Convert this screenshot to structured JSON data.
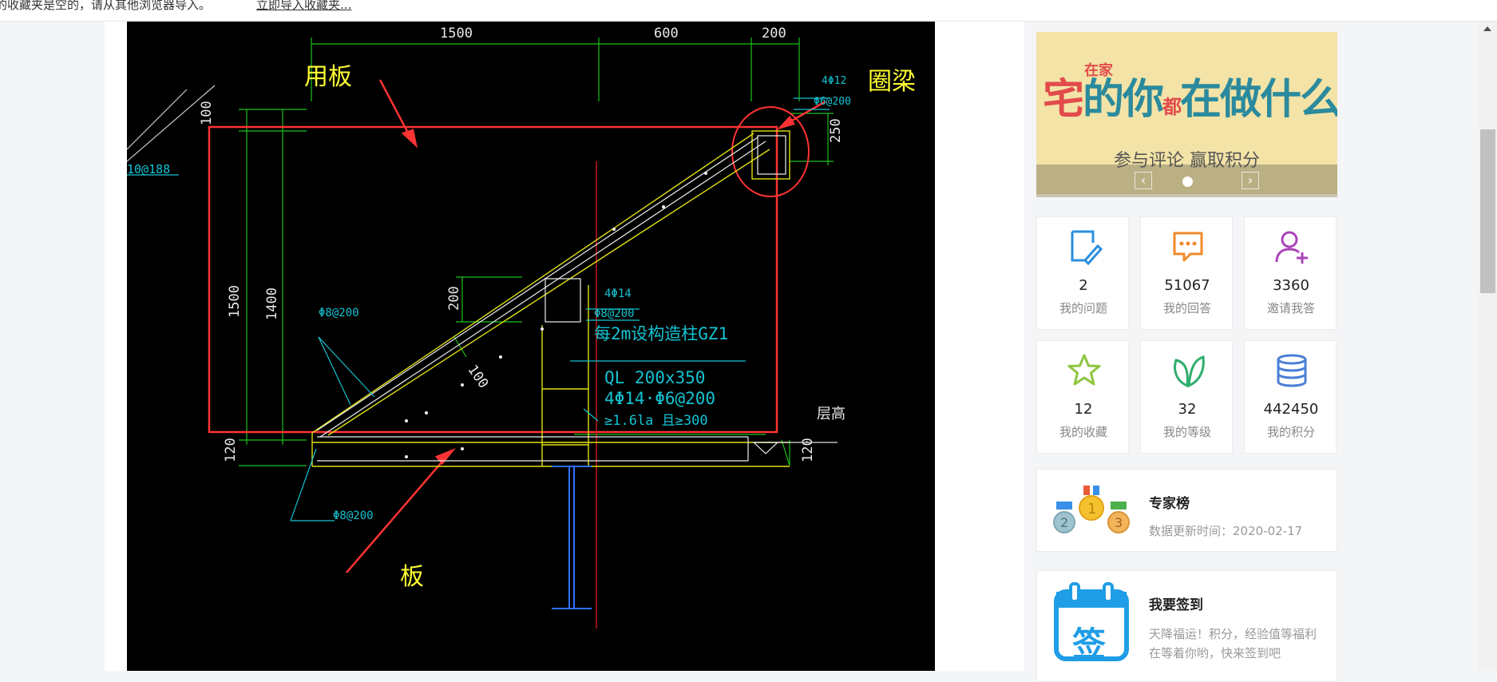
{
  "topbar": {
    "message": "的收藏夹是空的，请从其他浏览器导入。",
    "import_link": "立即导入收藏夹..."
  },
  "drawing": {
    "dims_top": [
      "1500",
      "600",
      "200"
    ],
    "dims_left": [
      "100",
      "1500",
      "1400",
      "120"
    ],
    "dims_right": [
      "250",
      "120"
    ],
    "dim_200": "200",
    "dim_diag": "100",
    "labels": {
      "yongban": "用板",
      "quanliang": "圈梁",
      "ban": "板"
    },
    "cad_texts": {
      "rebar_left": "10@188",
      "rebar_top1": "4Φ12",
      "rebar_top2": "Φ6@200",
      "a8_left": "Φ8@200",
      "col1": "4Φ14",
      "col2": "Φ8@200",
      "gz": "每2m设构造柱GZ1",
      "ql": "QL 200x350",
      "ql2": "4Φ14·Φ6@200",
      "la": "≥1.6la 且≥300",
      "floor": "层高",
      "a8_bottom": "Φ8@200"
    }
  },
  "banner": {
    "small": "在家",
    "title_a": "宅",
    "title_b": "的你",
    "title_c": "都",
    "title_d": "在做什么?",
    "subtitle": "参与评论 赢取积分",
    "prev": "‹",
    "next": "›"
  },
  "stats": [
    {
      "icon": "edit-note-icon",
      "value": "2",
      "label": "我的问题",
      "color": "#2a8fe0"
    },
    {
      "icon": "chat-bubble-icon",
      "value": "51067",
      "label": "我的回答",
      "color": "#f08a2a"
    },
    {
      "icon": "invite-user-icon",
      "value": "3360",
      "label": "邀请我答",
      "color": "#a944b8"
    },
    {
      "icon": "star-icon",
      "value": "12",
      "label": "我的收藏",
      "color": "#8dc63f"
    },
    {
      "icon": "leaf-icon",
      "value": "32",
      "label": "我的等级",
      "color": "#2fae6e"
    },
    {
      "icon": "coins-stack-icon",
      "value": "442450",
      "label": "我的积分",
      "color": "#4a7fd6"
    }
  ],
  "expert_rank": {
    "title": "专家榜",
    "updated": "数据更新时间：2020-02-17"
  },
  "checkin": {
    "title": "我要签到",
    "desc": "天降福运！积分，经验值等福利在等着你哟，快来签到吧",
    "badge": "签"
  }
}
